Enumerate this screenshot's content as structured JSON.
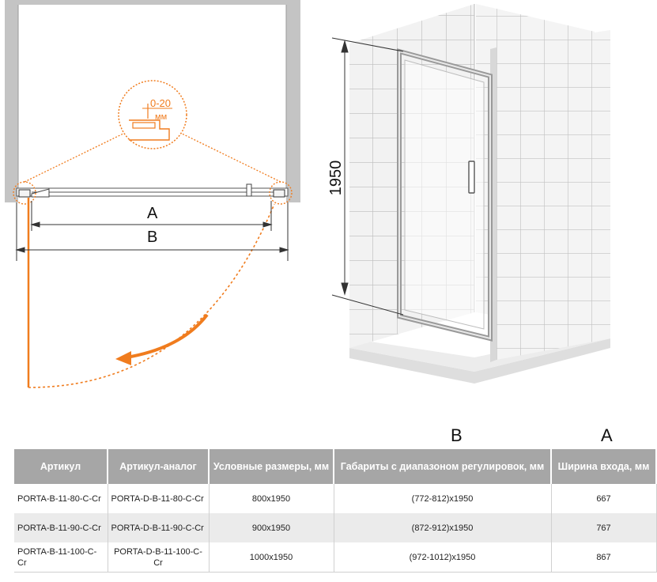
{
  "plan_diagram": {
    "detail_gap": "0-20",
    "detail_unit": "мм",
    "dim_a_label": "A",
    "dim_b_label": "B"
  },
  "view_3d": {
    "height_label": "1950"
  },
  "table": {
    "column_marks": {
      "b": "B",
      "a": "A"
    },
    "headers": [
      "Артикул",
      "Артикул-аналог",
      "Условные размеры, мм",
      "Габариты с диапазоном регулировок, мм",
      "Ширина входа, мм"
    ],
    "rows": [
      [
        "PORTA-B-11-80-C-Cr",
        "PORTA-D-B-11-80-C-Cr",
        "800x1950",
        "(772-812)x1950",
        "667"
      ],
      [
        "PORTA-B-11-90-C-Cr",
        "PORTA-D-B-11-90-C-Cr",
        "900x1950",
        "(872-912)x1950",
        "767"
      ],
      [
        "PORTA-B-11-100-C-Cr",
        "PORTA-D-B-11-100-C-Cr",
        "1000x1950",
        "(972-1012)x1950",
        "867"
      ]
    ]
  },
  "colors": {
    "accent_orange": "#f07c1e",
    "header_gray": "#a6a6a6",
    "wall_gray": "#c4c4c4"
  }
}
